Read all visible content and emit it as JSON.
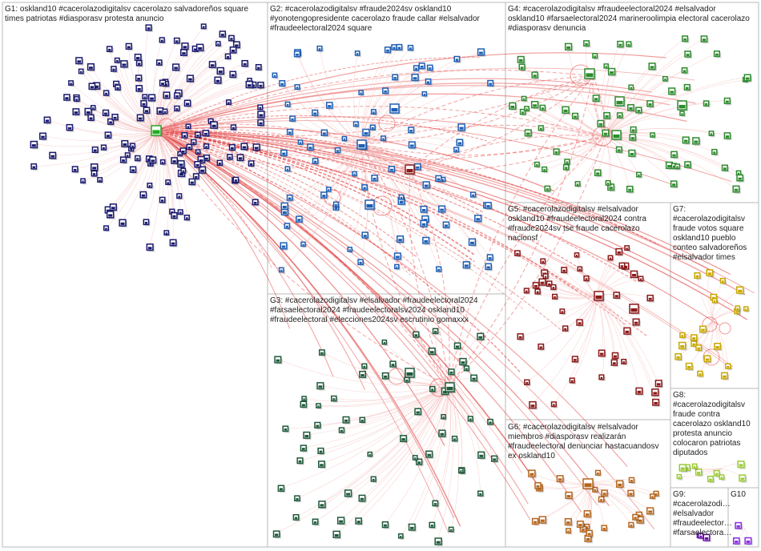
{
  "groups": [
    {
      "id": "G1",
      "lines": [
        "G1: oskland10 #cacerolazodigitalsv cacerolazo salvadoreños square",
        "times patriotas #diasporasv protesta anuncio"
      ],
      "node_color": "#1a1a6e"
    },
    {
      "id": "G2",
      "lines": [
        "G2: #cacerolazodigitalsv #fraude2024sv oskland10",
        "#yonotengopresidente cacerolazo fraude callar #elsalvador",
        "#fraudeelectoral2024 square"
      ],
      "node_color": "#1f5fb4"
    },
    {
      "id": "G3",
      "lines": [
        "G3: #cacerolazodigitalsv #elsalvador #fraudeelectoral2024",
        "#farsaelectoral2024 #fraudeelectoralsv2024 oskland10",
        "#fraudeelectoral #elecciones2024sv escrutinio gomaxxx"
      ],
      "node_color": "#1f5a3a"
    },
    {
      "id": "G4",
      "lines": [
        "G4: #cacerolazodigitalsv #fraudeelectoral2024 #elsalvador",
        "oskland10 #farsaelectoral2024 marineroolimpia electoral cacerolazo",
        "#diasporasv denuncia"
      ],
      "node_color": "#2e8b2e"
    },
    {
      "id": "G5",
      "lines": [
        "G5: #cacerolazodigitalsv #elsalvador",
        "oskland10 #fraudeelectoral2024 contra",
        "#fraude2024sv tse fraude cacerolazo",
        "nacionsf"
      ],
      "node_color": "#8b1a1a"
    },
    {
      "id": "G6",
      "lines": [
        "G6: #cacerolazodigitalsv #elsalvador",
        "miembros #diasporasv realizarán",
        "#fraudeelectoral denunciar hastacuandosv",
        "ex oskland10"
      ],
      "node_color": "#b5651d"
    },
    {
      "id": "G7",
      "lines": [
        "G7:",
        "#cacerolazodigitalsv",
        "fraude votos square",
        "oskland10 pueblo",
        "conteo salvadoreños",
        "#elsalvador times"
      ],
      "node_color": "#c8a800"
    },
    {
      "id": "G8",
      "lines": [
        "G8:",
        "#cacerolazodigitalsv",
        "fraude contra",
        "cacerolazo oskland10",
        "protesta anuncio",
        "colocaron patriotas",
        "diputados"
      ],
      "node_color": "#9acd32"
    },
    {
      "id": "G9",
      "lines": [
        "G9:",
        "#cacerolazodi…",
        "#elsalvador",
        "#fraudeelector…",
        "#farsaelectora…"
      ],
      "node_color": "#6a0dad"
    },
    {
      "id": "G10",
      "lines": [
        "G10"
      ],
      "node_color": "#8a2be2"
    }
  ],
  "colors": {
    "edge": "#e03030",
    "edge_light": "#f4b6b6",
    "hub": "#22aa22",
    "border": "#b8b8b8"
  }
}
